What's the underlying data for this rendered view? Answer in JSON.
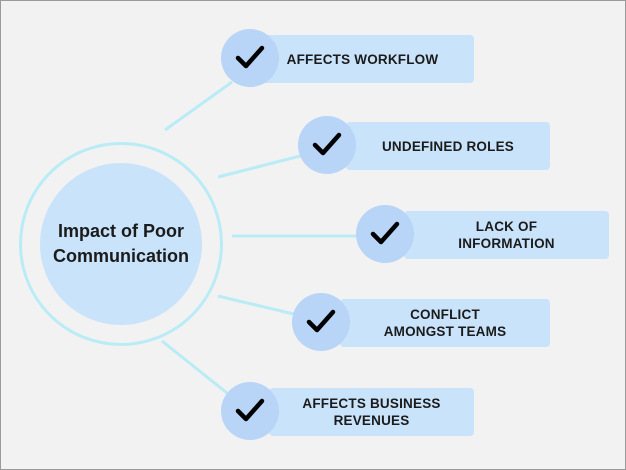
{
  "hub": {
    "title": "Impact of Poor\nCommunication"
  },
  "items": [
    {
      "label": "AFFECTS WORKFLOW",
      "icon": "check-icon"
    },
    {
      "label": "UNDEFINED ROLES",
      "icon": "check-icon"
    },
    {
      "label": "LACK OF\nINFORMATION",
      "icon": "check-icon"
    },
    {
      "label": "CONFLICT\nAMONGST TEAMS",
      "icon": "check-icon"
    },
    {
      "label": "AFFECTS BUSINESS\nREVENUES",
      "icon": "check-icon"
    }
  ],
  "colors": {
    "background": "#f2f2f2",
    "connector": "#b9ecf6",
    "box": "#c9e3fb",
    "check_circle": "#b8d4f6",
    "text": "#1b1b1b"
  }
}
